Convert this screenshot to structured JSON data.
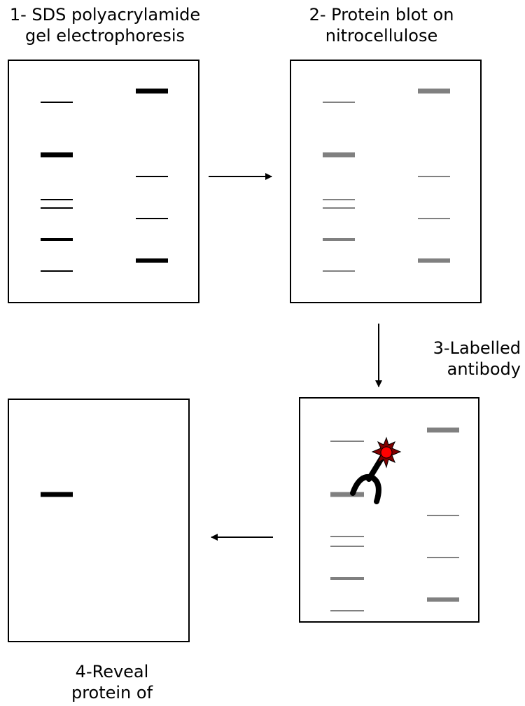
{
  "labels": {
    "step1": [
      "1- SDS polyacrylamide",
      "gel electrophoresis"
    ],
    "step2": [
      "2- Protein blot on",
      "nitrocellulose"
    ],
    "step3": [
      "3-Labelled",
      "antibody"
    ],
    "step4": [
      "4-Reveal",
      "protein of"
    ]
  },
  "colors": {
    "gel_band": "#000000",
    "blot_band": "#808080",
    "label_glow": "#ff0000"
  },
  "icons": {
    "antibody": "y-shaped-antibody-icon",
    "label": "red-starburst-label-icon"
  }
}
